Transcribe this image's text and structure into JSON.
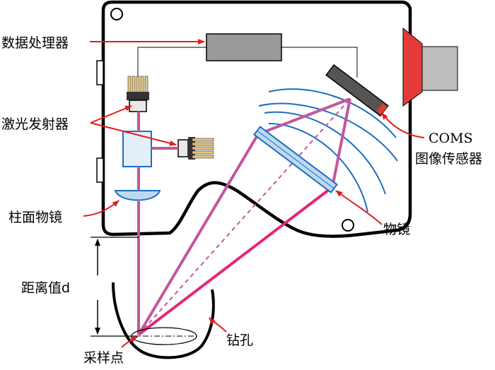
{
  "diagram": {
    "labels": {
      "data_processor": "数据处理器",
      "laser_emitter": "激光发射器",
      "cylindrical_lens": "柱面物镜",
      "distance": "距离值d",
      "sampling_point": "采样点",
      "borehole": "钻孔",
      "objective_lens": "物镜",
      "sensor_line1": "COMS",
      "sensor_line2": "图像传感器"
    },
    "colors": {
      "housing_outline": "#000000",
      "callout_arrow": "#e01e1e",
      "laser_beam": "#c2569c",
      "reflected_beam": "#e5267a",
      "field_arcs": "#1a6fc0",
      "component_gray": "#bdbdbd",
      "dark_gray": "#555555",
      "lens_blue": "#bfd9ef",
      "red_plate": "#e53a3a"
    }
  }
}
